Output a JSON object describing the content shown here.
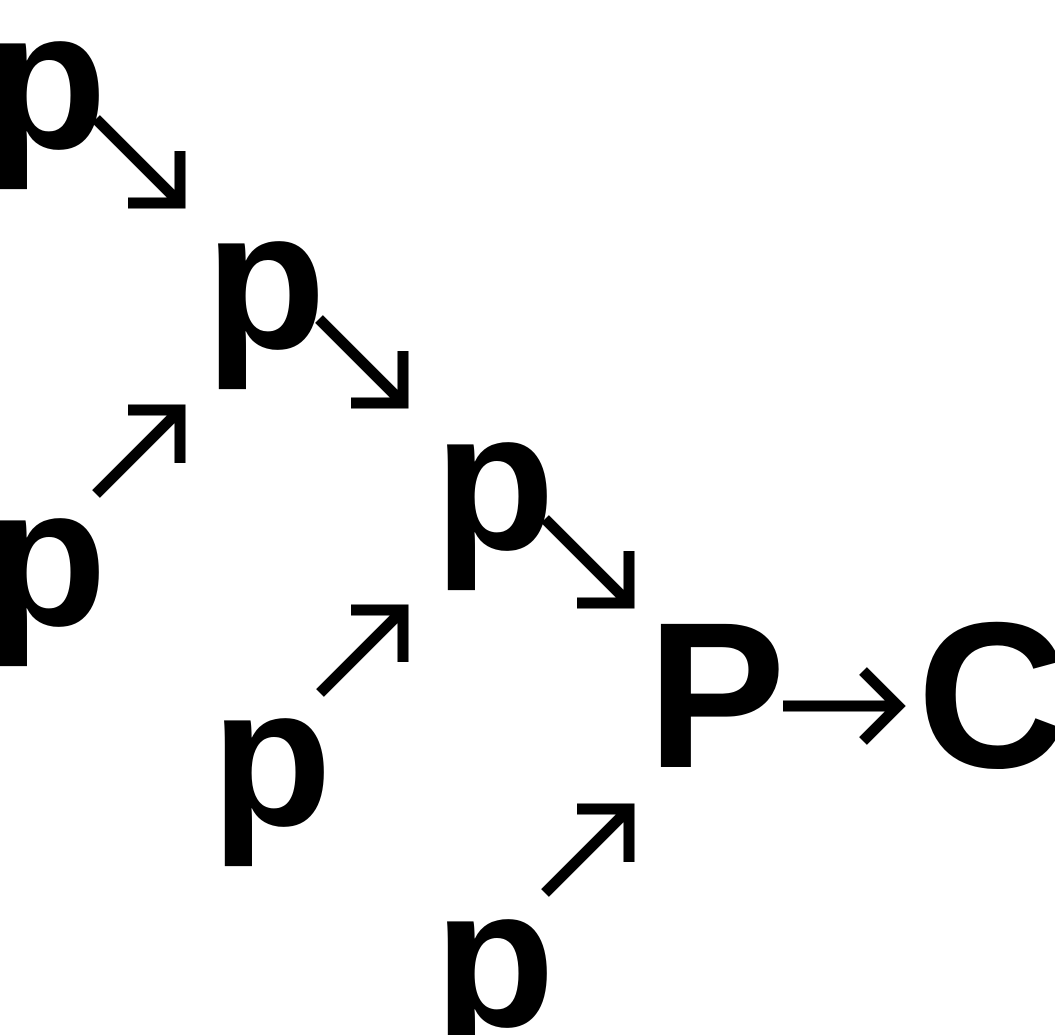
{
  "diagram": {
    "nodes": [
      {
        "id": "n1",
        "label": "p"
      },
      {
        "id": "n2",
        "label": "p"
      },
      {
        "id": "n3",
        "label": "p"
      },
      {
        "id": "n4",
        "label": "p"
      },
      {
        "id": "n5",
        "label": "p"
      },
      {
        "id": "n6",
        "label": "p"
      },
      {
        "id": "n7",
        "label": "P"
      },
      {
        "id": "n8",
        "label": "C"
      }
    ],
    "edges": [
      {
        "from": "n1",
        "to": "n2"
      },
      {
        "from": "n3",
        "to": "n2"
      },
      {
        "from": "n2",
        "to": "n4"
      },
      {
        "from": "n5",
        "to": "n4"
      },
      {
        "from": "n4",
        "to": "n7"
      },
      {
        "from": "n6",
        "to": "n7"
      },
      {
        "from": "n7",
        "to": "n8"
      }
    ],
    "colors": {
      "text": "#000000",
      "background": "#ffffff"
    }
  }
}
